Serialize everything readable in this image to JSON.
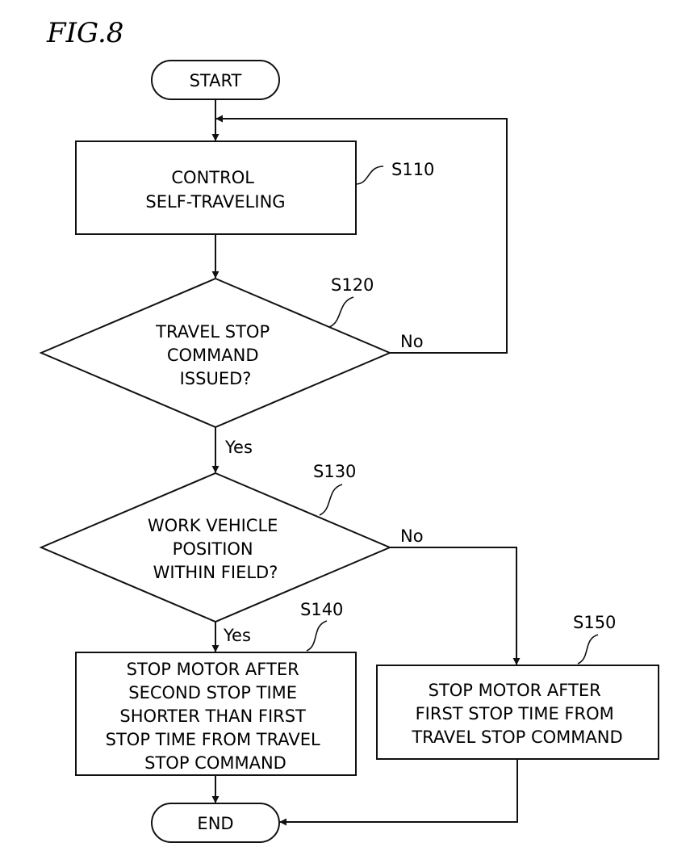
{
  "figure": {
    "label": "FIG.8"
  },
  "nodes": {
    "start": {
      "text": "START"
    },
    "s110": {
      "id": "S110",
      "lines": [
        "CONTROL",
        "SELF-TRAVELING"
      ]
    },
    "s120": {
      "id": "S120",
      "lines": [
        "TRAVEL STOP",
        "COMMAND",
        "ISSUED?"
      ]
    },
    "s130": {
      "id": "S130",
      "lines": [
        "WORK VEHICLE",
        "POSITION",
        "WITHIN FIELD?"
      ]
    },
    "s140": {
      "id": "S140",
      "lines": [
        "STOP MOTOR AFTER",
        "SECOND STOP TIME",
        "SHORTER THAN FIRST",
        "STOP TIME FROM TRAVEL",
        "STOP COMMAND"
      ]
    },
    "s150": {
      "id": "S150",
      "lines": [
        "STOP MOTOR AFTER",
        "FIRST STOP TIME FROM",
        "TRAVEL STOP COMMAND"
      ]
    },
    "end": {
      "text": "END"
    }
  },
  "branches": {
    "s120_yes": "Yes",
    "s120_no": "No",
    "s130_yes": "Yes",
    "s130_no": "No"
  }
}
